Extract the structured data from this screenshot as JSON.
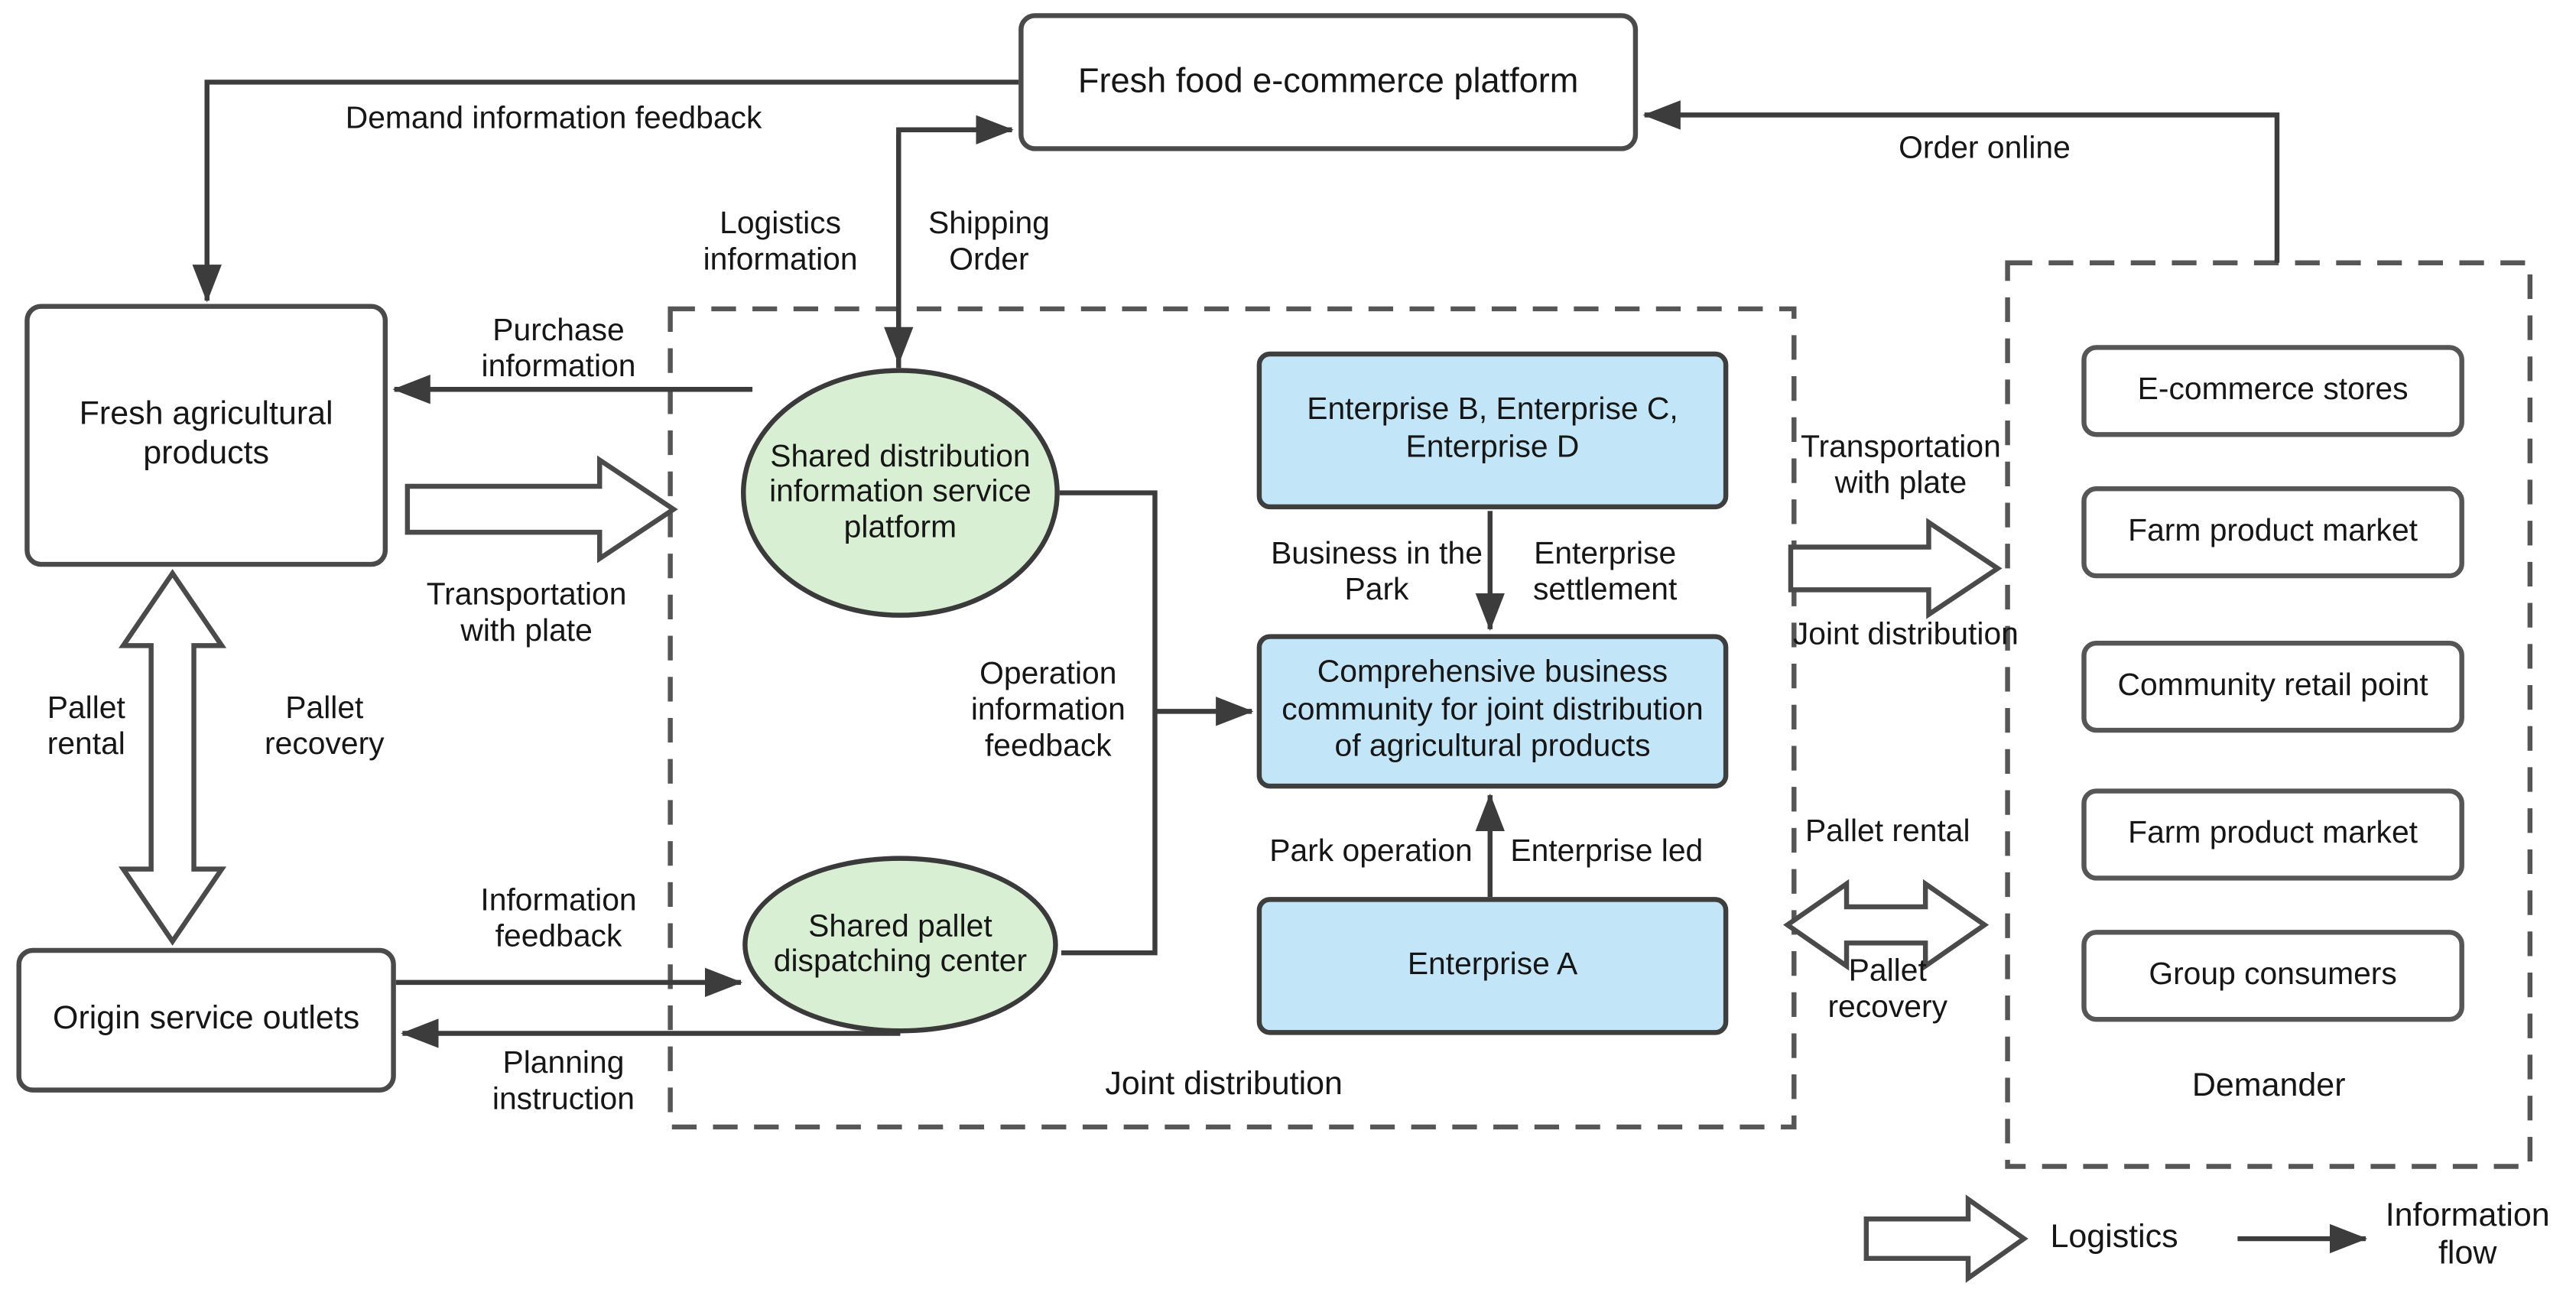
{
  "colors": {
    "ellipse-fill": "#d9efd3",
    "enterprise-fill": "#c2e5f7",
    "line": "#3c3c3c",
    "border": "#4a4a4a",
    "text": "#161616"
  },
  "nodes": {
    "platform": "Fresh food e-commerce platform",
    "fresh_agricultural_products": "Fresh agricultural products",
    "origin_service_outlets": "Origin service outlets",
    "shared_distribution_platform": "Shared distribution information service platform",
    "shared_pallet_center": "Shared pallet dispatching center",
    "enterprise_bcd": "Enterprise B, Enterprise C, Enterprise D",
    "business_community": "Comprehensive business community for joint distribution of agricultural products",
    "enterprise_a": "Enterprise A"
  },
  "groups": {
    "joint_distribution": "Joint distribution",
    "demander": "Demander",
    "demander_items": [
      "E-commerce stores",
      "Farm product market",
      "Community retail point",
      "Farm product market",
      "Group consumers"
    ]
  },
  "edge_labels": {
    "demand_information_feedback": "Demand information feedback",
    "order_online": "Order online",
    "logistics_information": "Logistics information",
    "shipping_order": "Shipping Order",
    "purchase_information": "Purchase information",
    "transportation_with_plate_left": "Transportation with plate",
    "pallet_rental_left": "Pallet rental",
    "pallet_recovery_left": "Pallet recovery",
    "information_feedback": "Information feedback",
    "planning_instruction": "Planning instruction",
    "operation_information_feedback": "Operation information feedback",
    "business_in_the_park": "Business in the Park",
    "enterprise_settlement": "Enterprise settlement",
    "park_operation": "Park operation",
    "enterprise_led": "Enterprise led",
    "transportation_with_plate_right": "Transportation with plate",
    "joint_distribution_flow": "Joint distribution",
    "pallet_rental_right": "Pallet rental",
    "pallet_recovery_right": "Pallet recovery"
  },
  "legend": {
    "logistics": "Logistics",
    "information_flow": "Information flow"
  }
}
